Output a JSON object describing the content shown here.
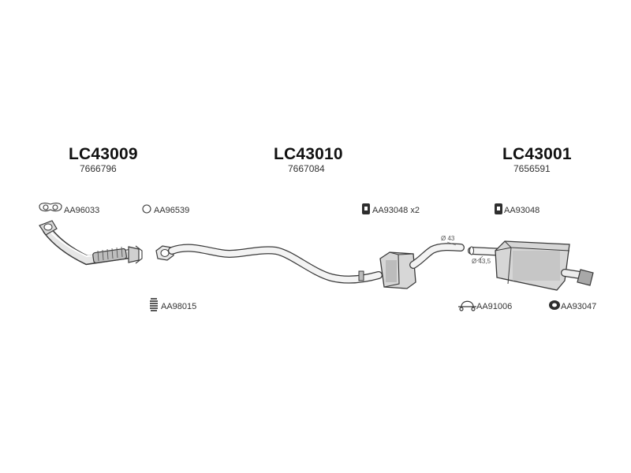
{
  "sections": [
    {
      "code": "LC43009",
      "ref": "7666796"
    },
    {
      "code": "LC43010",
      "ref": "7667084"
    },
    {
      "code": "LC43001",
      "ref": "7656591"
    }
  ],
  "accessories": {
    "gasket_front": "AA96033",
    "ring_front": "AA96539",
    "hanger_mid": "AA93048 x2",
    "hanger_rear": "AA93048",
    "spring_front": "AA98015",
    "clamp_rear": "AA91006",
    "hanger_tail": "AA93047"
  },
  "dimensions": {
    "mid_outlet": "Ø 43",
    "rear_inlet": "Ø 43,5"
  },
  "colors": {
    "line": "#3a3a3a",
    "fill_light": "#f2f2f2",
    "fill_mid": "#d8d8d8",
    "fill_dark": "#a8a8a8"
  }
}
